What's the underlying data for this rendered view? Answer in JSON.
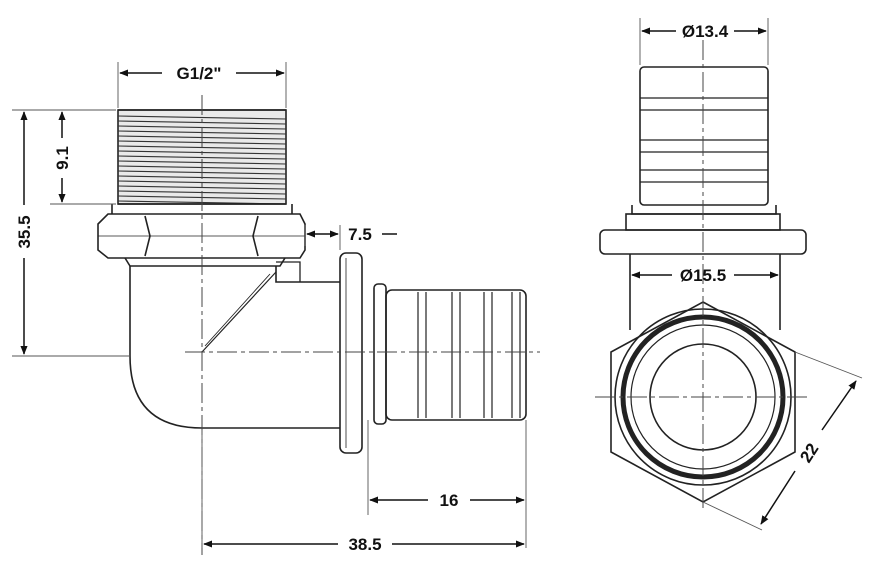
{
  "colors": {
    "outline": "#222222",
    "centerline": "#444444",
    "thread_fill": "#e9e9e9",
    "dimension": "#111111"
  },
  "dimensions": {
    "thread_size": "G1/2\"",
    "thread_length": "9.1",
    "total_height": "35.5",
    "gap": "7.5",
    "pipe_outer": "Ø13.4",
    "collar_diameter": "Ø15.5",
    "insert_length": "16",
    "total_length": "38.5",
    "hex_size": "22"
  }
}
